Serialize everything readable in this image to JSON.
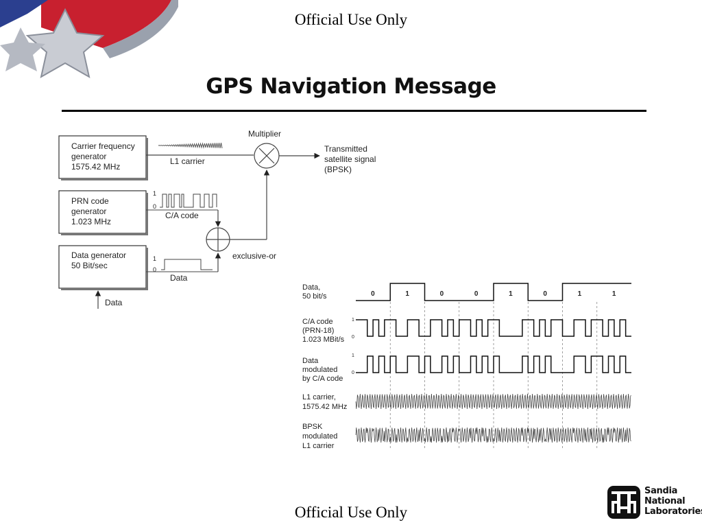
{
  "header": {
    "marking": "Official Use Only"
  },
  "footer": {
    "marking": "Official Use Only"
  },
  "slide": {
    "title": "GPS Navigation Message"
  },
  "block_diagram": {
    "carrier_box": [
      "Carrier frequency",
      "generator",
      "1575.42 MHz"
    ],
    "prn_box": [
      "PRN code",
      "generator",
      "1.023 MHz"
    ],
    "data_box": [
      "Data generator",
      "50 Bit/sec"
    ],
    "l1_carrier_label": "L1 carrier",
    "ca_code_label": "C/A code",
    "data_line_label": "Data",
    "data_input_label": "Data",
    "multiplier_label": "Multiplier",
    "xor_label": "exclusive-or",
    "output_label": [
      "Transmitted",
      "satellite signal",
      "(BPSK)"
    ],
    "level_one": "1",
    "level_zero": "0"
  },
  "timing_diagram": {
    "rows": [
      {
        "label": [
          "Data,",
          "50 bit/s"
        ]
      },
      {
        "label": [
          "C/A code",
          "(PRN-18)",
          "1.023 MBit/s"
        ]
      },
      {
        "label": [
          "Data",
          "modulated",
          "by C/A code"
        ]
      },
      {
        "label": [
          "L1 carrier,",
          "1575.42 MHz"
        ]
      },
      {
        "label": [
          "BPSK",
          "modulated",
          "L1 carrier"
        ]
      }
    ],
    "data_bits": [
      "0",
      "1",
      "0",
      "0",
      "1",
      "0",
      "1",
      "1"
    ],
    "level_one": "1",
    "level_zero": "0"
  },
  "logo": {
    "lines": [
      "Sandia",
      "National",
      "Laboratories"
    ]
  },
  "colors": {
    "flag_red": "#c8202f",
    "flag_blue": "#2b3f8f",
    "flag_gray": "#8a8f9a",
    "rule": "#000000"
  }
}
